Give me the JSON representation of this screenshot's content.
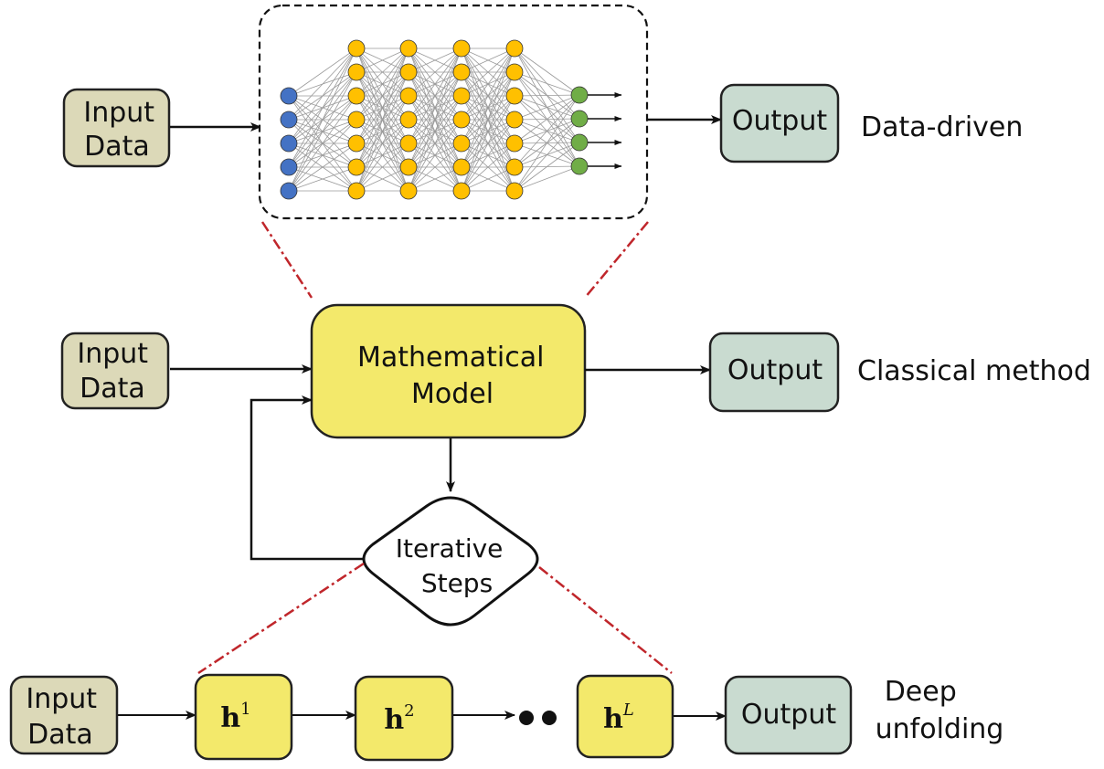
{
  "rows": {
    "data_driven": {
      "input_label": [
        "Input",
        "Data"
      ],
      "output_label": "Output",
      "caption": "Data-driven"
    },
    "classical": {
      "input_label": [
        "Input",
        "Data"
      ],
      "model_label": [
        "Mathematical",
        "Model"
      ],
      "output_label": "Output",
      "caption": "Classical method",
      "iterative_label": [
        "Iterative",
        "Steps"
      ]
    },
    "deep_unfolding": {
      "input_label": [
        "Input",
        "Data"
      ],
      "layers": [
        {
          "base": "h",
          "superscript": "1"
        },
        {
          "base": "h",
          "superscript": "2"
        },
        {
          "base": "h",
          "superscript": "L"
        }
      ],
      "output_label": "Output",
      "caption": [
        "Deep",
        "unfolding"
      ]
    }
  },
  "neural_net": {
    "layer_sizes": [
      5,
      7,
      7,
      7,
      7,
      4
    ],
    "layer_colors": [
      "#4472c4",
      "#ffc000",
      "#ffc000",
      "#ffc000",
      "#ffc000",
      "#70ad47"
    ]
  },
  "colors": {
    "input_fill": "#dcd9b8",
    "output_fill": "#c9dbd0",
    "model_fill": "#f3e96b",
    "layer_fill": "#f3e96b",
    "connector_red": "#c0262b"
  }
}
